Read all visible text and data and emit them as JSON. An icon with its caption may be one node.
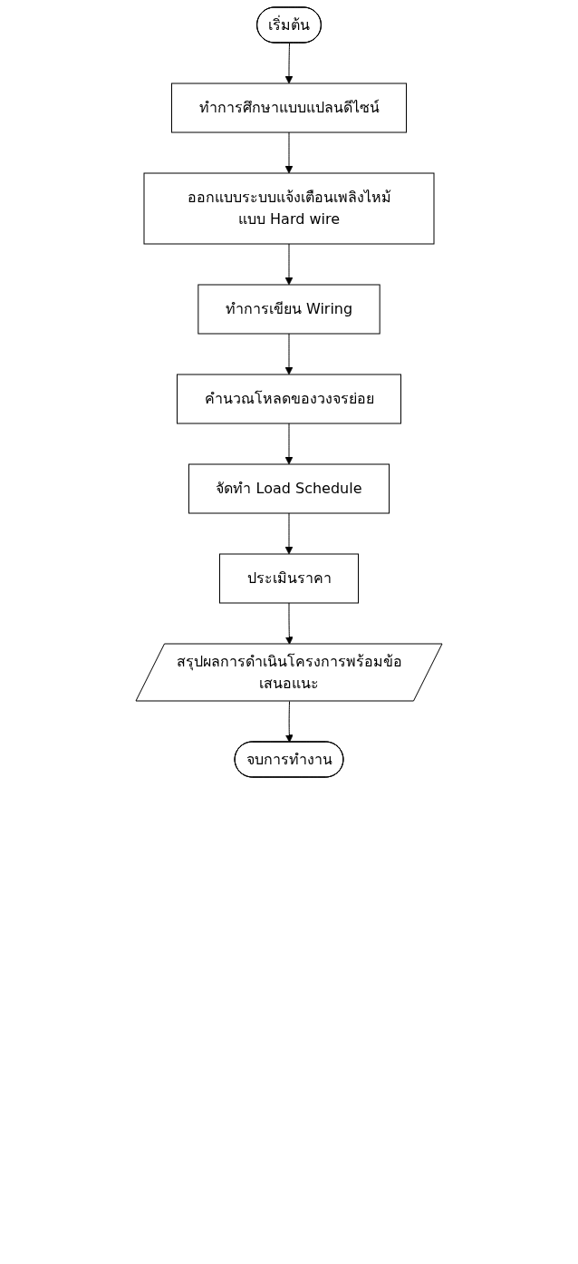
{
  "diagram": {
    "nodes": [
      {
        "text": [
          "เริ่มต้น"
        ]
      },
      {
        "text": [
          "ทำการศึกษาแบบแปลนดีไซน์"
        ]
      },
      {
        "text": [
          "ออกแบบระบบแจ้งเตือนเพลิงไหม้แบบ Hard wire"
        ]
      },
      {
        "text": [
          "ทำการเขียน Wiring"
        ]
      },
      {
        "text": [
          "คำนวณโหลดของวงจรย่อย"
        ]
      },
      {
        "text": [
          "จัดทำ Load Schedule"
        ]
      },
      {
        "text": [
          "ประเมินราคา"
        ]
      },
      {
        "text": [
          "สรุปผลการดำเนินโครงการพร้อมข้อเสนอแนะ"
        ]
      },
      {
        "text": [
          "จบการทำงาน"
        ]
      }
    ],
    "edges": [
      {
        "from": 0,
        "to": 1,
        "arrow": "to"
      },
      {
        "from": 1,
        "to": 2,
        "arrow": "to"
      },
      {
        "from": 2,
        "to": 3,
        "arrow": "to"
      },
      {
        "from": 3,
        "to": 4,
        "arrow": "to"
      },
      {
        "from": 4,
        "to": 5,
        "arrow": "to"
      },
      {
        "from": 5,
        "to": 6,
        "arrow": "to"
      },
      {
        "from": 6,
        "to": 7,
        "arrow": "to"
      },
      {
        "from": 7,
        "to": 8,
        "arrow": "to"
      }
    ]
  }
}
